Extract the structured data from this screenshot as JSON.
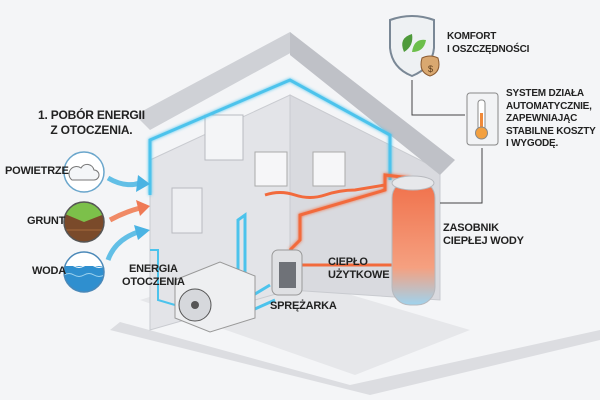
{
  "title": {
    "line1": "1. POBÓR ENERGII",
    "line2": "Z OTOCZENIA."
  },
  "sources": [
    {
      "label": "POWIETRZE",
      "icon": "cloud-icon"
    },
    {
      "label": "GRUNT",
      "icon": "soil-icon"
    },
    {
      "label": "WODA",
      "icon": "water-icon"
    }
  ],
  "ambient_energy": {
    "line1": "ENERGIA",
    "line2": "OTOCZENIA"
  },
  "compressor": {
    "label": "SPRĘŻARKA"
  },
  "useful_heat": {
    "line1": "CIEPŁO",
    "line2": "UŻYTKOWE"
  },
  "tank": {
    "line1": "ZASOBNIK",
    "line2": "CIEPŁEJ WODY"
  },
  "comfort": {
    "line1": "KOMFORT",
    "line2": "I OSZCZĘDNOŚCI",
    "icon": "shield-leaf-money-icon"
  },
  "system": {
    "lines": [
      "SYSTEM DZIAŁA",
      "AUTOMATYCZNIE,",
      "ZAPEWNIAJĄC",
      "STABILNE KOSZTY",
      "I WYGODĘ."
    ],
    "icon": "thermometer-icon"
  },
  "colors": {
    "cold_pipe": "#4cc3ec",
    "hot_pipe": "#f26a3c",
    "text": "#222222"
  }
}
